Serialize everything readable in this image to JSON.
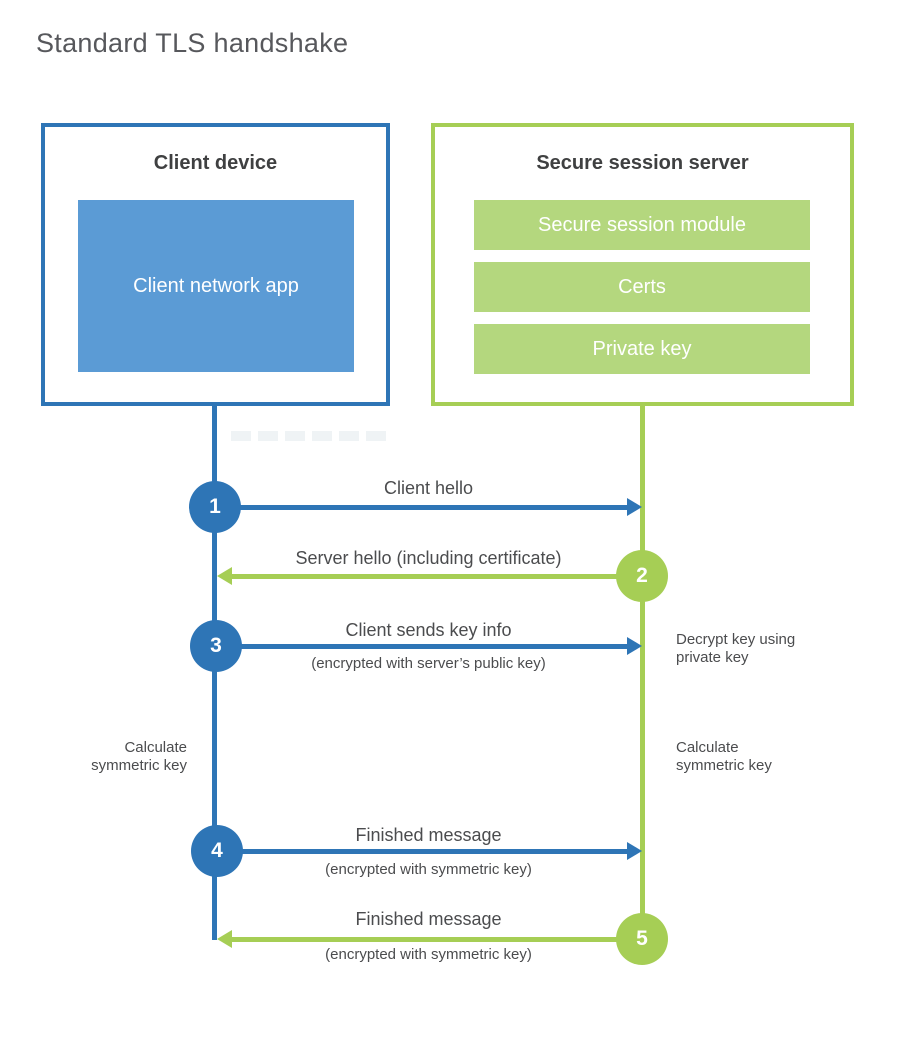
{
  "title": "Standard TLS handshake",
  "colors": {
    "blue": "#2e75b6",
    "blue_light": "#5b9bd5",
    "green": "#a6ce55",
    "green_light": "#b4d77e",
    "text_dark": "#3f4041",
    "text_gray": "#4b4c4e"
  },
  "client": {
    "header": "Client device",
    "app": "Client network app"
  },
  "server": {
    "header": "Secure session server",
    "modules": [
      "Secure session module",
      "Certs",
      "Private key"
    ]
  },
  "steps": [
    {
      "num": "1",
      "label": "Client hello",
      "sub": "",
      "direction": "right",
      "color": "blue"
    },
    {
      "num": "2",
      "label": "Server hello (including certificate)",
      "sub": "",
      "direction": "left",
      "color": "green"
    },
    {
      "num": "3",
      "label": "Client sends key info",
      "sub": "(encrypted with server’s public key)",
      "direction": "right",
      "color": "blue"
    },
    {
      "num": "4",
      "label": "Finished message",
      "sub": "(encrypted with symmetric key)",
      "direction": "right",
      "color": "blue"
    },
    {
      "num": "5",
      "label": "Finished message",
      "sub": "(encrypted with symmetric key)",
      "direction": "left",
      "color": "green"
    }
  ],
  "notes": {
    "decrypt": "Decrypt key using private key",
    "calculate_left": "Calculate symmetric key",
    "calculate_right": "Calculate symmetric key"
  }
}
